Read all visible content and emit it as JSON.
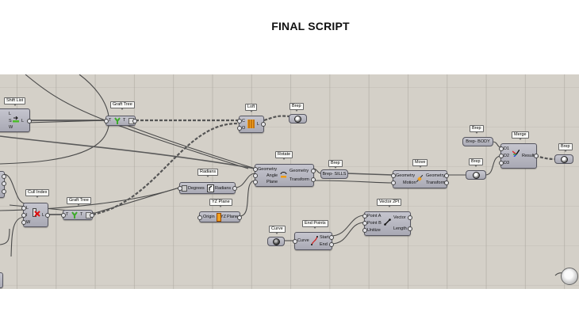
{
  "page": {
    "title": "FINAL SCRIPT"
  },
  "canvas": {
    "background": "#d4d0c8",
    "wire_color": "#4a4a4a"
  },
  "components": {
    "shift_list": {
      "tag": "Shift List",
      "inputs": [
        "L",
        "S",
        "W"
      ],
      "outputs": [
        "L"
      ]
    },
    "graft_tree_1": {
      "tag": "Graft Tree",
      "inputs": [
        "T"
      ],
      "outputs": [
        "T"
      ]
    },
    "loft": {
      "tag": "Loft",
      "inputs": [
        "C",
        "O"
      ],
      "outputs": [
        "L"
      ]
    },
    "brep_1": {
      "tag": "Brep"
    },
    "rotate": {
      "tag": "Rotate",
      "inputs": [
        "Geometry",
        "Angle",
        "Plane"
      ],
      "outputs": [
        "Geometry",
        "Transform"
      ]
    },
    "brep_sills": {
      "tag": "Brep",
      "label": "Brep- SILLS"
    },
    "move": {
      "tag": "Move",
      "inputs": [
        "Geometry",
        "Motion"
      ],
      "outputs": [
        "Geometry",
        "Transform"
      ]
    },
    "brep_2": {
      "tag": "Brep"
    },
    "brep_body": {
      "tag": "Brep",
      "label": "Brep- BODY"
    },
    "merge": {
      "tag": "Merge",
      "inputs": [
        "D1",
        "D2",
        "D3"
      ],
      "outputs": [
        "Result"
      ]
    },
    "brep_3": {
      "tag": "Brep"
    },
    "radians": {
      "tag": "Radians",
      "inputs": [
        "Degrees"
      ],
      "outputs": [
        "Radians"
      ]
    },
    "yz_plane": {
      "tag": "YZ Plane",
      "inputs": [
        "Origin"
      ],
      "outputs": [
        "Plane"
      ],
      "icon_text": "YZ"
    },
    "cull_index": {
      "tag": "Cull Index",
      "inputs": [
        "L",
        "I",
        "W"
      ],
      "outputs": [
        "L"
      ]
    },
    "graft_tree_2": {
      "tag": "Graft Tree",
      "inputs": [
        "T"
      ],
      "outputs": [
        "T"
      ]
    },
    "curve": {
      "tag": "Curve"
    },
    "end_points": {
      "tag": "End Points",
      "inputs": [
        "Curve"
      ],
      "outputs": [
        "Start",
        "End"
      ]
    },
    "vector_2pt": {
      "tag": "Vector 2Pt",
      "inputs": [
        "Point A",
        "Point B",
        "Unitize"
      ],
      "outputs": [
        "Vector",
        "Length"
      ]
    }
  }
}
